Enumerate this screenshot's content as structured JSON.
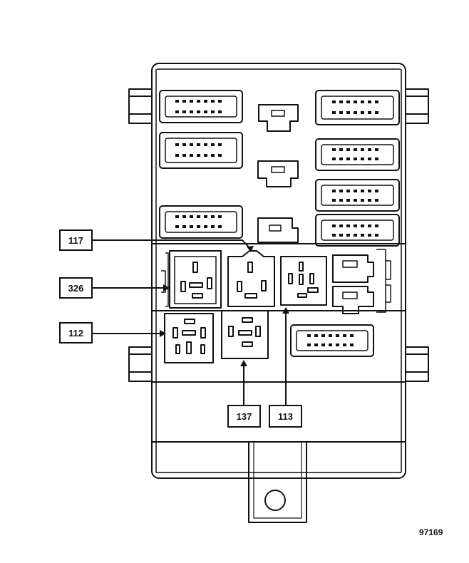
{
  "callouts": {
    "c117": "117",
    "c326": "326",
    "c112": "112",
    "c137": "137",
    "c113": "113"
  },
  "figure_number": "97169",
  "colors": {
    "line": "#111111",
    "background": "#ffffff"
  }
}
